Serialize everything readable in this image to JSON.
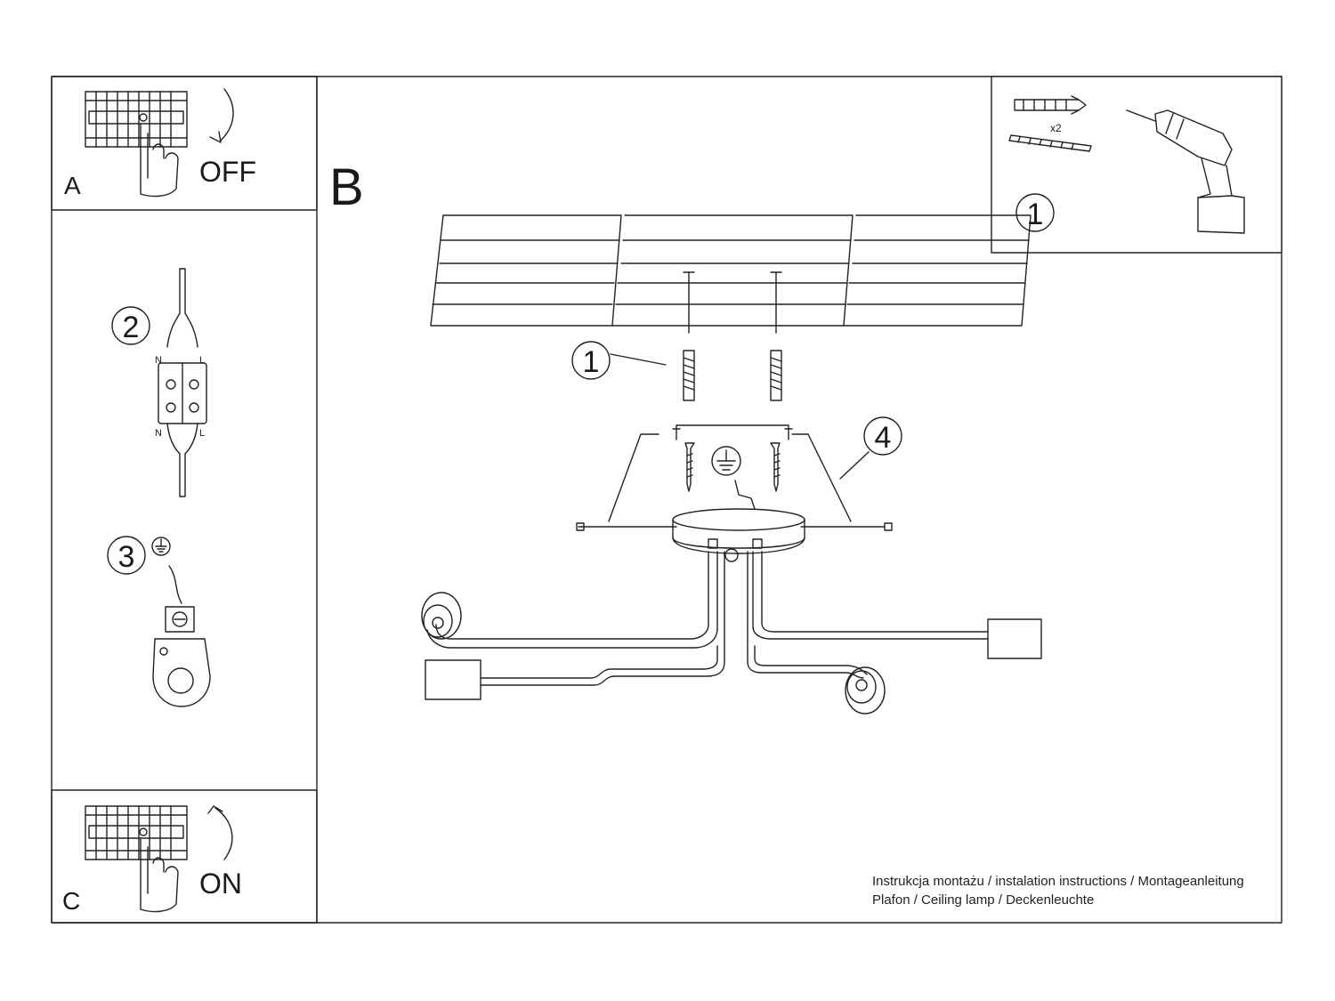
{
  "panel_a": {
    "letter": "A",
    "state": "OFF"
  },
  "panel_b": {
    "letter": "B"
  },
  "panel_c": {
    "letter": "C",
    "state": "ON"
  },
  "step_labels": {
    "one": "1",
    "two": "2",
    "three": "3",
    "four": "4"
  },
  "hardware": {
    "quantity": "x2"
  },
  "connector": {
    "neutral": "N",
    "live": "L"
  },
  "footer": {
    "line1": "Instrukcja montażu / instalation instructions / Montageanleitung",
    "line2": "Plafon / Ceiling lamp / Deckenleuchte"
  }
}
